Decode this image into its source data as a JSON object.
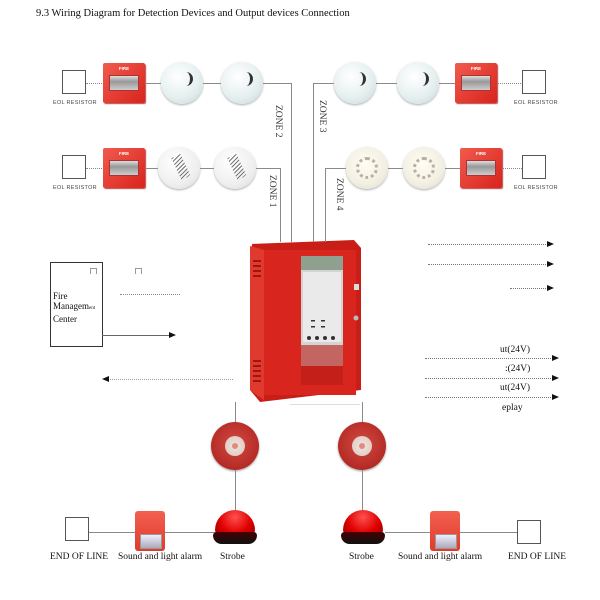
{
  "title": "9.3 Wiring Diagram for Detection  Devices  and  Output  devices  Connection",
  "zones": [
    {
      "id": "zone2",
      "label": "ZONE 2"
    },
    {
      "id": "zone1",
      "label": "ZONE 1"
    },
    {
      "id": "zone3",
      "label": "ZONE 3"
    },
    {
      "id": "zone4",
      "label": "ZONE 4"
    }
  ],
  "devices": {
    "eol_resistor_label": "EOL RESISTOR",
    "manual_call_point_label": "FIRE"
  },
  "fire_management_center": {
    "line1": "Fire",
    "line2": "Managem",
    "line2_overlap": "ent",
    "line3": "Center"
  },
  "outputs": [
    {
      "label": ""
    },
    {
      "label": ""
    },
    {
      "label": ""
    },
    {
      "label": "ut(24V)"
    },
    {
      "label": ":(24V)"
    },
    {
      "label": "ut(24V)"
    },
    {
      "label": "eplay"
    }
  ],
  "bottom": {
    "end_of_line": "END OF LINE",
    "sound_light_alarm": "Sound  and light alarm",
    "strobe": "Strobe"
  },
  "colors": {
    "panel_red": "#d8261e",
    "device_red": "#e13a2a",
    "wire_gray": "#8a8a8a"
  }
}
